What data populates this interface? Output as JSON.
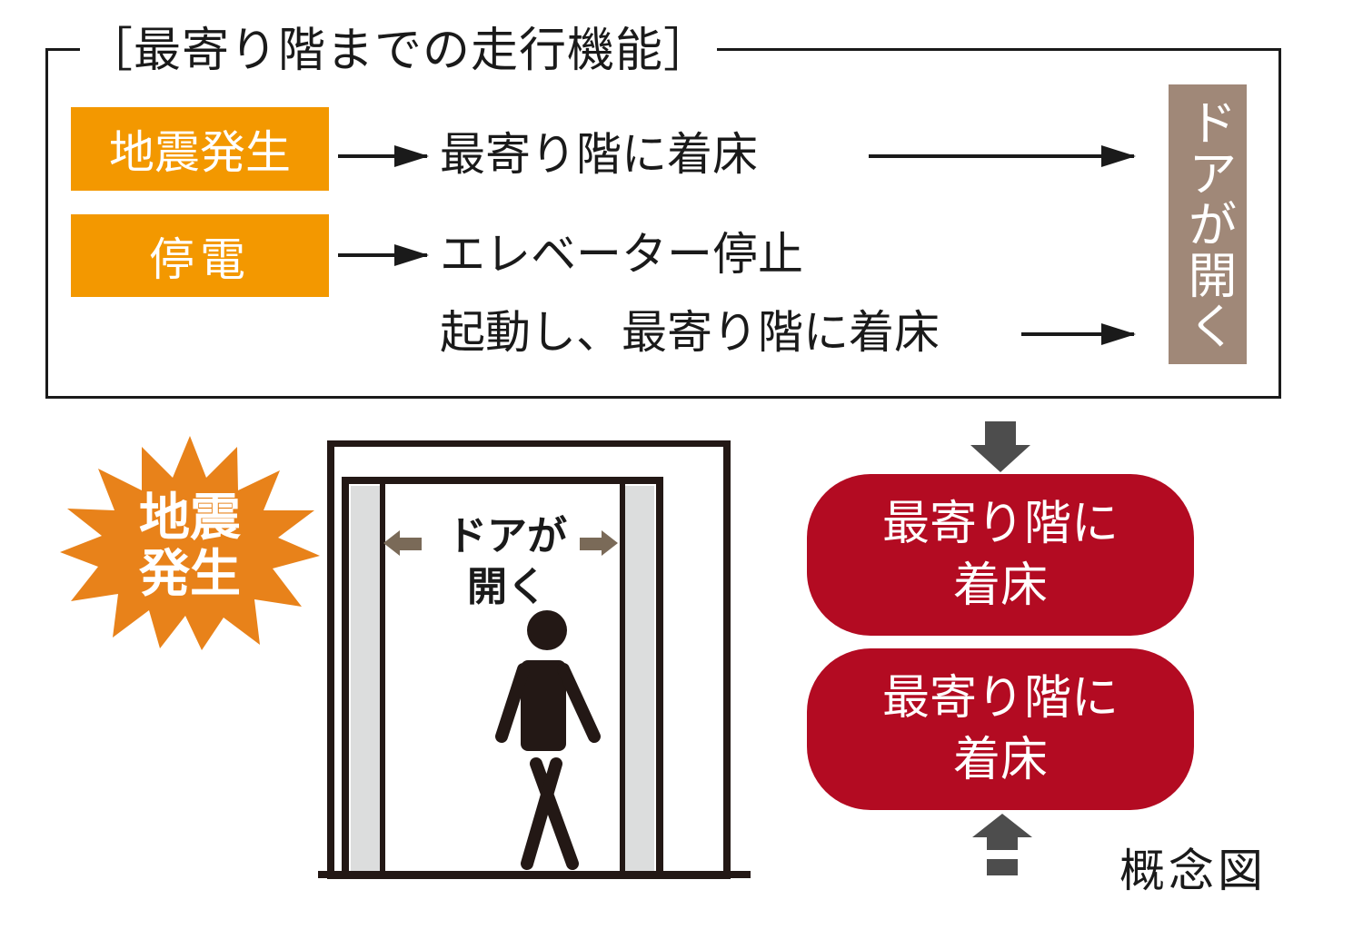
{
  "title": "［最寄り階までの走行機能］",
  "flow": {
    "triggers": [
      {
        "label": "地震発生",
        "color": "#f39800"
      },
      {
        "label": "停電",
        "color": "#f39800"
      }
    ],
    "steps": [
      "最寄り階に着床",
      "エレベーター停止",
      "起動し、最寄り階に着床"
    ],
    "result": {
      "label": "ドアが開く",
      "color": "#a08878"
    }
  },
  "illustration": {
    "burst_label_line1": "地震",
    "burst_label_line2": "発生",
    "burst_color": "#e8821a",
    "door_label_line1": "ドアが",
    "door_label_line2": "開く",
    "door_arrow_color": "#7a6a58"
  },
  "concept": {
    "pills": [
      {
        "line1": "最寄り階に",
        "line2": "着床"
      },
      {
        "line1": "最寄り階に",
        "line2": "着床"
      }
    ],
    "pill_color": "#b30b22",
    "arrow_color": "#4d4d4d"
  },
  "caption": "概念図"
}
